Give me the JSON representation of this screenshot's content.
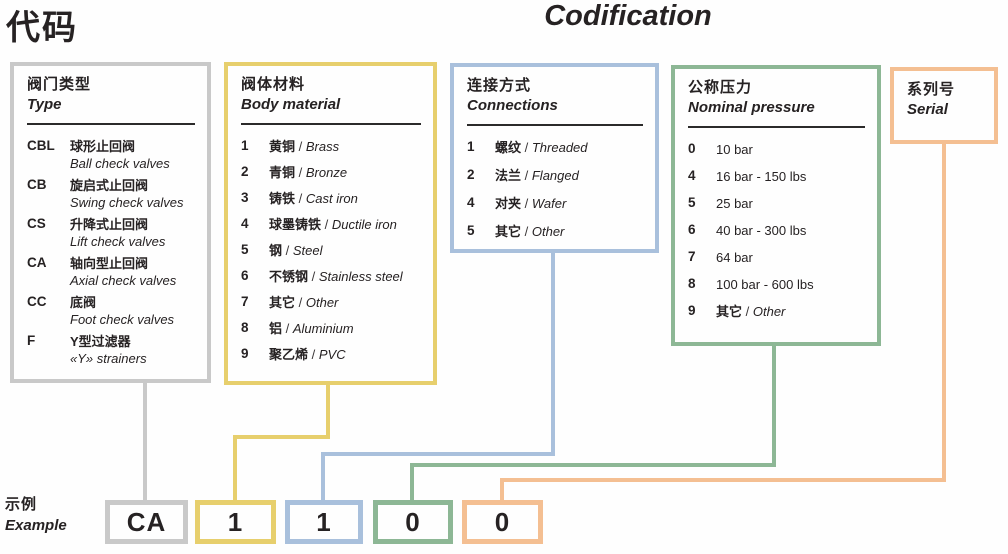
{
  "page": {
    "title_cjk": "代码",
    "title_en": "Codification"
  },
  "categories": [
    {
      "id": "type",
      "title_cjk": "阀门类型",
      "title_en": "Type",
      "color": "#c9c9c9",
      "layout": "two-line",
      "items": [
        {
          "code": "CBL",
          "cjk": "球形止回阀",
          "en": "Ball check valves"
        },
        {
          "code": "CB",
          "cjk": "旋启式止回阀",
          "en": "Swing check valves"
        },
        {
          "code": "CS",
          "cjk": "升降式止回阀",
          "en": "Lift check valves"
        },
        {
          "code": "CA",
          "cjk": "轴向型止回阀",
          "en": "Axial check valves"
        },
        {
          "code": "CC",
          "cjk": "底阀",
          "en": "Foot check valves"
        },
        {
          "code": "F",
          "cjk": "Y型过滤器",
          "en": "«Y» strainers"
        }
      ]
    },
    {
      "id": "material",
      "title_cjk": "阀体材料",
      "title_en": "Body material",
      "color": "#e7cf6d",
      "layout": "inline",
      "items": [
        {
          "code": "1",
          "cjk": "黄铜",
          "en": "Brass"
        },
        {
          "code": "2",
          "cjk": "青铜",
          "en": "Bronze"
        },
        {
          "code": "3",
          "cjk": "铸铁",
          "en": "Cast iron"
        },
        {
          "code": "4",
          "cjk": "球墨铸铁",
          "en": "Ductile iron"
        },
        {
          "code": "5",
          "cjk": "钢",
          "en": "Steel"
        },
        {
          "code": "6",
          "cjk": "不锈钢",
          "en": "Stainless steel"
        },
        {
          "code": "7",
          "cjk": "其它",
          "en": "Other"
        },
        {
          "code": "8",
          "cjk": "铝",
          "en": "Aluminium"
        },
        {
          "code": "9",
          "cjk": "聚乙烯",
          "en": "PVC"
        }
      ]
    },
    {
      "id": "connections",
      "title_cjk": "连接方式",
      "title_en": "Connections",
      "color": "#a9c0dc",
      "layout": "inline",
      "items": [
        {
          "code": "1",
          "cjk": "螺纹",
          "en": "Threaded"
        },
        {
          "code": "2",
          "cjk": "法兰",
          "en": "Flanged"
        },
        {
          "code": "4",
          "cjk": "对夹",
          "en": "Wafer"
        },
        {
          "code": "5",
          "cjk": "其它",
          "en": "Other"
        }
      ]
    },
    {
      "id": "pressure",
      "title_cjk": "公称压力",
      "title_en": "Nominal pressure",
      "color": "#8db795",
      "layout": "inline",
      "items": [
        {
          "code": "0",
          "text": "10 bar"
        },
        {
          "code": "4",
          "text": "16 bar - 150 lbs"
        },
        {
          "code": "5",
          "text": "25 bar"
        },
        {
          "code": "6",
          "text": "40 bar - 300 lbs"
        },
        {
          "code": "7",
          "text": "64 bar"
        },
        {
          "code": "8",
          "text": "100 bar - 600 lbs"
        },
        {
          "code": "9",
          "cjk": "其它",
          "en": "Other"
        }
      ]
    },
    {
      "id": "serial",
      "title_cjk": "系列号",
      "title_en": "Serial",
      "color": "#f4bf92",
      "layout": "inline",
      "items": []
    }
  ],
  "example": {
    "label_cjk": "示例",
    "label_en": "Example",
    "codes": [
      {
        "value": "CA",
        "color": "#c9c9c9"
      },
      {
        "value": "1",
        "color": "#e7cf6d"
      },
      {
        "value": "1",
        "color": "#a9c0dc"
      },
      {
        "value": "0",
        "color": "#8db795"
      },
      {
        "value": "0",
        "color": "#f4bf92"
      }
    ]
  }
}
